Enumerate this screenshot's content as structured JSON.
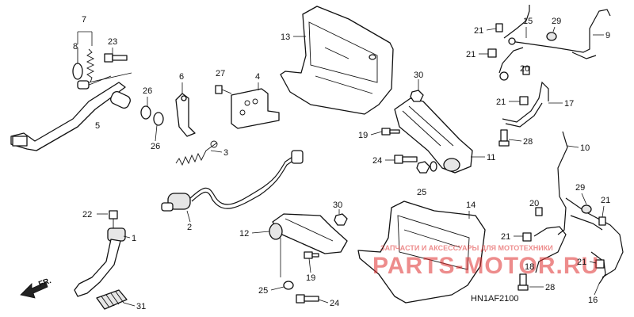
{
  "callouts": [
    {
      "id": "c1",
      "text": "1"
    },
    {
      "id": "c2",
      "text": "2"
    },
    {
      "id": "c3",
      "text": "3"
    },
    {
      "id": "c4",
      "text": "4"
    },
    {
      "id": "c5",
      "text": "5"
    },
    {
      "id": "c6",
      "text": "6"
    },
    {
      "id": "c7",
      "text": "7"
    },
    {
      "id": "c8",
      "text": "8"
    },
    {
      "id": "c9",
      "text": "9"
    },
    {
      "id": "c10",
      "text": "10"
    },
    {
      "id": "c11",
      "text": "11"
    },
    {
      "id": "c12",
      "text": "12"
    },
    {
      "id": "c13",
      "text": "13"
    },
    {
      "id": "c14",
      "text": "14"
    },
    {
      "id": "c15",
      "text": "15"
    },
    {
      "id": "c16",
      "text": "16"
    },
    {
      "id": "c17",
      "text": "17"
    },
    {
      "id": "c18",
      "text": "18"
    },
    {
      "id": "c19a",
      "text": "19"
    },
    {
      "id": "c19b",
      "text": "19"
    },
    {
      "id": "c20a",
      "text": "20"
    },
    {
      "id": "c20b",
      "text": "20"
    },
    {
      "id": "c21a",
      "text": "21"
    },
    {
      "id": "c21b",
      "text": "21"
    },
    {
      "id": "c21c",
      "text": "21"
    },
    {
      "id": "c21d",
      "text": "21"
    },
    {
      "id": "c21e",
      "text": "21"
    },
    {
      "id": "c21f",
      "text": "21"
    },
    {
      "id": "c22",
      "text": "22"
    },
    {
      "id": "c23",
      "text": "23"
    },
    {
      "id": "c24a",
      "text": "24"
    },
    {
      "id": "c24b",
      "text": "24"
    },
    {
      "id": "c25a",
      "text": "25"
    },
    {
      "id": "c25b",
      "text": "25"
    },
    {
      "id": "c26a",
      "text": "26"
    },
    {
      "id": "c26b",
      "text": "26"
    },
    {
      "id": "c27",
      "text": "27"
    },
    {
      "id": "c28a",
      "text": "28"
    },
    {
      "id": "c28b",
      "text": "28"
    },
    {
      "id": "c29a",
      "text": "29"
    },
    {
      "id": "c29b",
      "text": "29"
    },
    {
      "id": "c30a",
      "text": "30"
    },
    {
      "id": "c30b",
      "text": "30"
    },
    {
      "id": "c31",
      "text": "31"
    }
  ],
  "front_arrow": "FR.",
  "diagram_code": "HN1AF2100",
  "watermark": {
    "brand": "PARTS-MOTOR.RU",
    "tagline": "ЗАПЧАСТИ И АКСЕССУАРЫ ДЛЯ МОТОТЕХНИКИ",
    "color": "#e03030"
  }
}
